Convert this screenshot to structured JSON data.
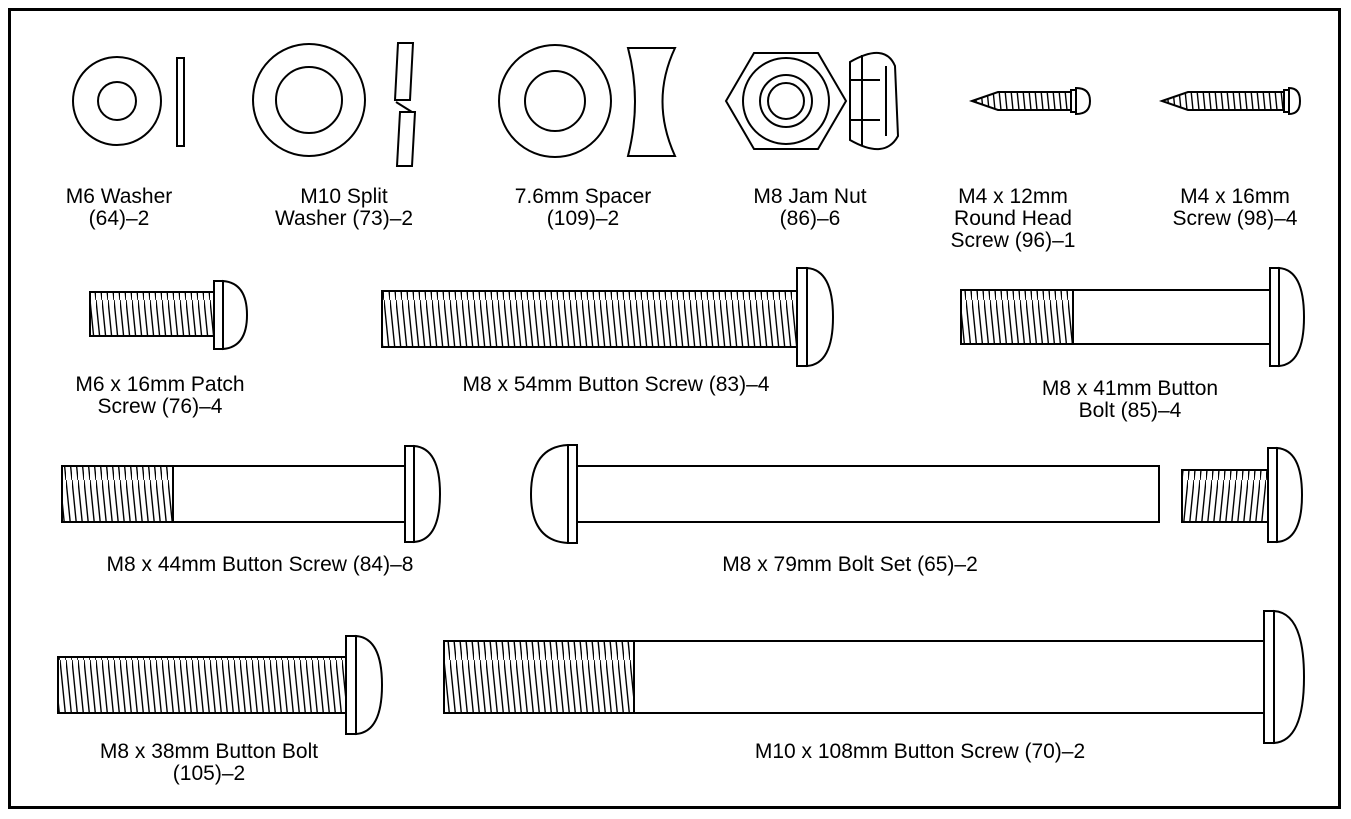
{
  "parts": [
    {
      "id": "m6-washer",
      "label": "M6 Washer\n(64)–2"
    },
    {
      "id": "m10-split-washer",
      "label": "M10 Split\nWasher (73)–2"
    },
    {
      "id": "spacer-7-6mm",
      "label": "7.6mm Spacer\n(109)–2"
    },
    {
      "id": "m8-jam-nut",
      "label": "M8 Jam Nut\n(86)–6"
    },
    {
      "id": "m4-12mm-round-head-screw",
      "label": "M4 x 12mm\nRound Head\nScrew (96)–1"
    },
    {
      "id": "m4-16mm-screw",
      "label": "M4 x 16mm\nScrew (98)–4"
    },
    {
      "id": "m6-16mm-patch-screw",
      "label": "M6 x 16mm Patch\nScrew (76)–4"
    },
    {
      "id": "m8-54mm-button-screw",
      "label": "M8 x 54mm Button Screw (83)–4"
    },
    {
      "id": "m8-41mm-button-bolt",
      "label": "M8 x 41mm Button\nBolt (85)–4"
    },
    {
      "id": "m8-44mm-button-screw",
      "label": "M8 x 44mm Button Screw (84)–8"
    },
    {
      "id": "m8-79mm-bolt-set",
      "label": "M8 x 79mm Bolt Set (65)–2"
    },
    {
      "id": "m8-38mm-button-bolt",
      "label": "M8 x 38mm Button Bolt\n(105)–2"
    },
    {
      "id": "m10-108mm-button-screw",
      "label": "M10 x 108mm Button Screw (70)–2"
    }
  ]
}
